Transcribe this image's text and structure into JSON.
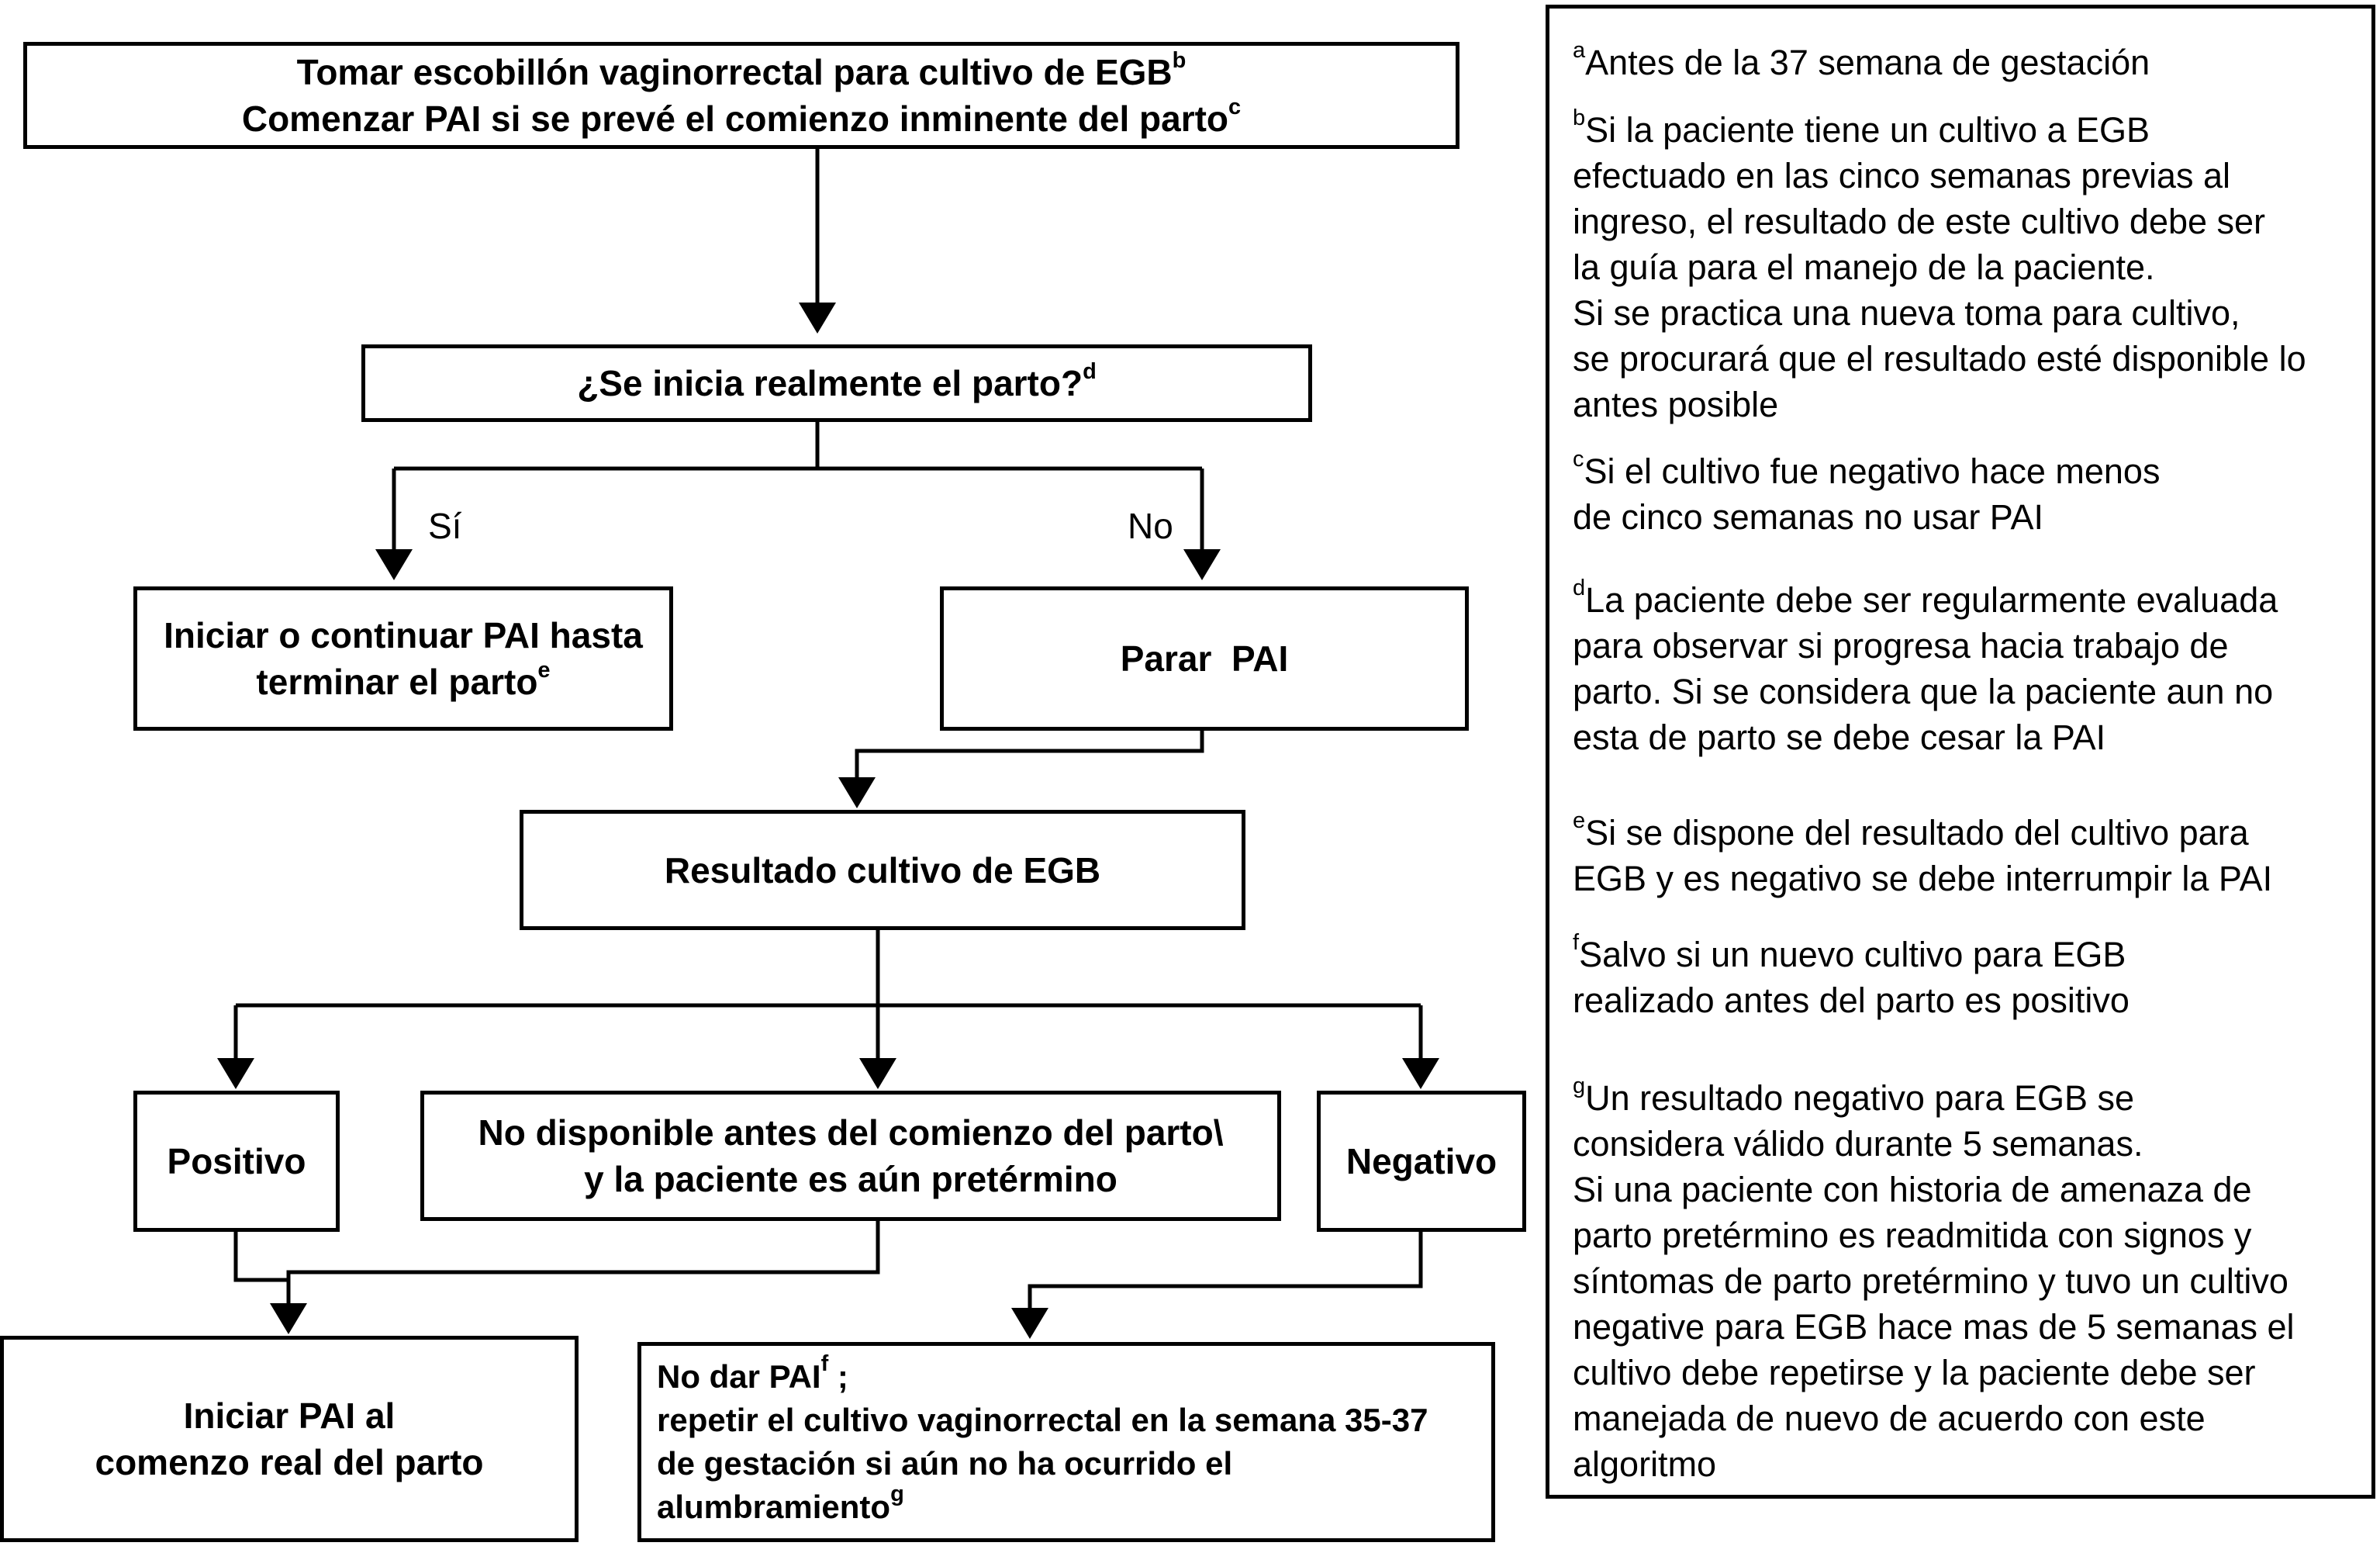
{
  "flowchart": {
    "node_collect_swab": {
      "line1": "Tomar escobillón vaginorrectal para cultivo de EGB",
      "line1_ref": "b",
      "line2": "Comenzar PAI si se prevé el comienzo inminente del parto",
      "line2_ref": "c"
    },
    "node_labor_question": {
      "text": "¿Se inicia realmente el parto?",
      "ref": "d"
    },
    "edge_yes": "Sí",
    "edge_no": "No",
    "node_continue_pai": {
      "line1": "Iniciar o continuar PAI hasta",
      "line2": "terminar el parto",
      "line2_ref": "e"
    },
    "node_stop_pai": {
      "text": "Parar  PAI"
    },
    "node_gbs_result": {
      "text": "Resultado cultivo de EGB"
    },
    "node_positive": {
      "text": "Positivo"
    },
    "node_unavailable": {
      "line1": "No disponible antes del comienzo del parto\\",
      "line2": "y la paciente es aún pretérmino"
    },
    "node_negative": {
      "text": "Negativo"
    },
    "node_start_pai_labor": {
      "line1": "Iniciar PAI al",
      "line2": "comenzo real del parto"
    },
    "node_no_pai": {
      "line1": "No dar PAI",
      "line1_ref": "f",
      "line1_tail": " ;",
      "line2": "repetir el cultivo vaginorrectal en la semana 35-37",
      "line3": "de gestación si aún no ha ocurrido el",
      "line4": "alumbramiento",
      "line4_ref": "g"
    }
  },
  "notes": [
    {
      "ref": "a",
      "lines": [
        "Antes de la 37 semana de gestación"
      ]
    },
    {
      "ref": "b",
      "lines": [
        "Si la paciente tiene un cultivo a EGB",
        "efectuado en las cinco semanas previas al",
        "ingreso, el resultado de este cultivo debe ser",
        "la guía para el manejo de la paciente.",
        "Si se practica una nueva toma para cultivo,",
        "se procurará que el resultado esté disponible lo",
        "antes posible"
      ]
    },
    {
      "ref": "c",
      "lines": [
        "Si el cultivo fue negativo hace menos",
        "de cinco semanas no usar PAI"
      ]
    },
    {
      "ref": "d",
      "lines": [
        "La paciente debe ser regularmente evaluada",
        "para observar si progresa hacia  trabajo de",
        "parto. Si se considera que la paciente aun no",
        "esta de parto se debe cesar la PAI"
      ]
    },
    {
      "ref": "e",
      "lines": [
        "Si se dispone del resultado del cultivo para",
        "EGB y es negativo se debe interrumpir la PAI"
      ]
    },
    {
      "ref": "f",
      "lines": [
        "Salvo si un nuevo cultivo para EGB",
        "realizado antes del parto es positivo"
      ]
    },
    {
      "ref": "g",
      "lines": [
        "Un resultado negativo para EGB se",
        "considera válido durante 5 semanas.",
        "Si una paciente con historia de amenaza de",
        "parto pretérmino es readmitida con signos y",
        "síntomas de parto pretérmino y tuvo un cultivo",
        "negative para EGB hace mas de 5 semanas el",
        "cultivo debe repetirse y la paciente debe ser",
        "manejada de nuevo de acuerdo con este",
        "algoritmo"
      ]
    }
  ]
}
